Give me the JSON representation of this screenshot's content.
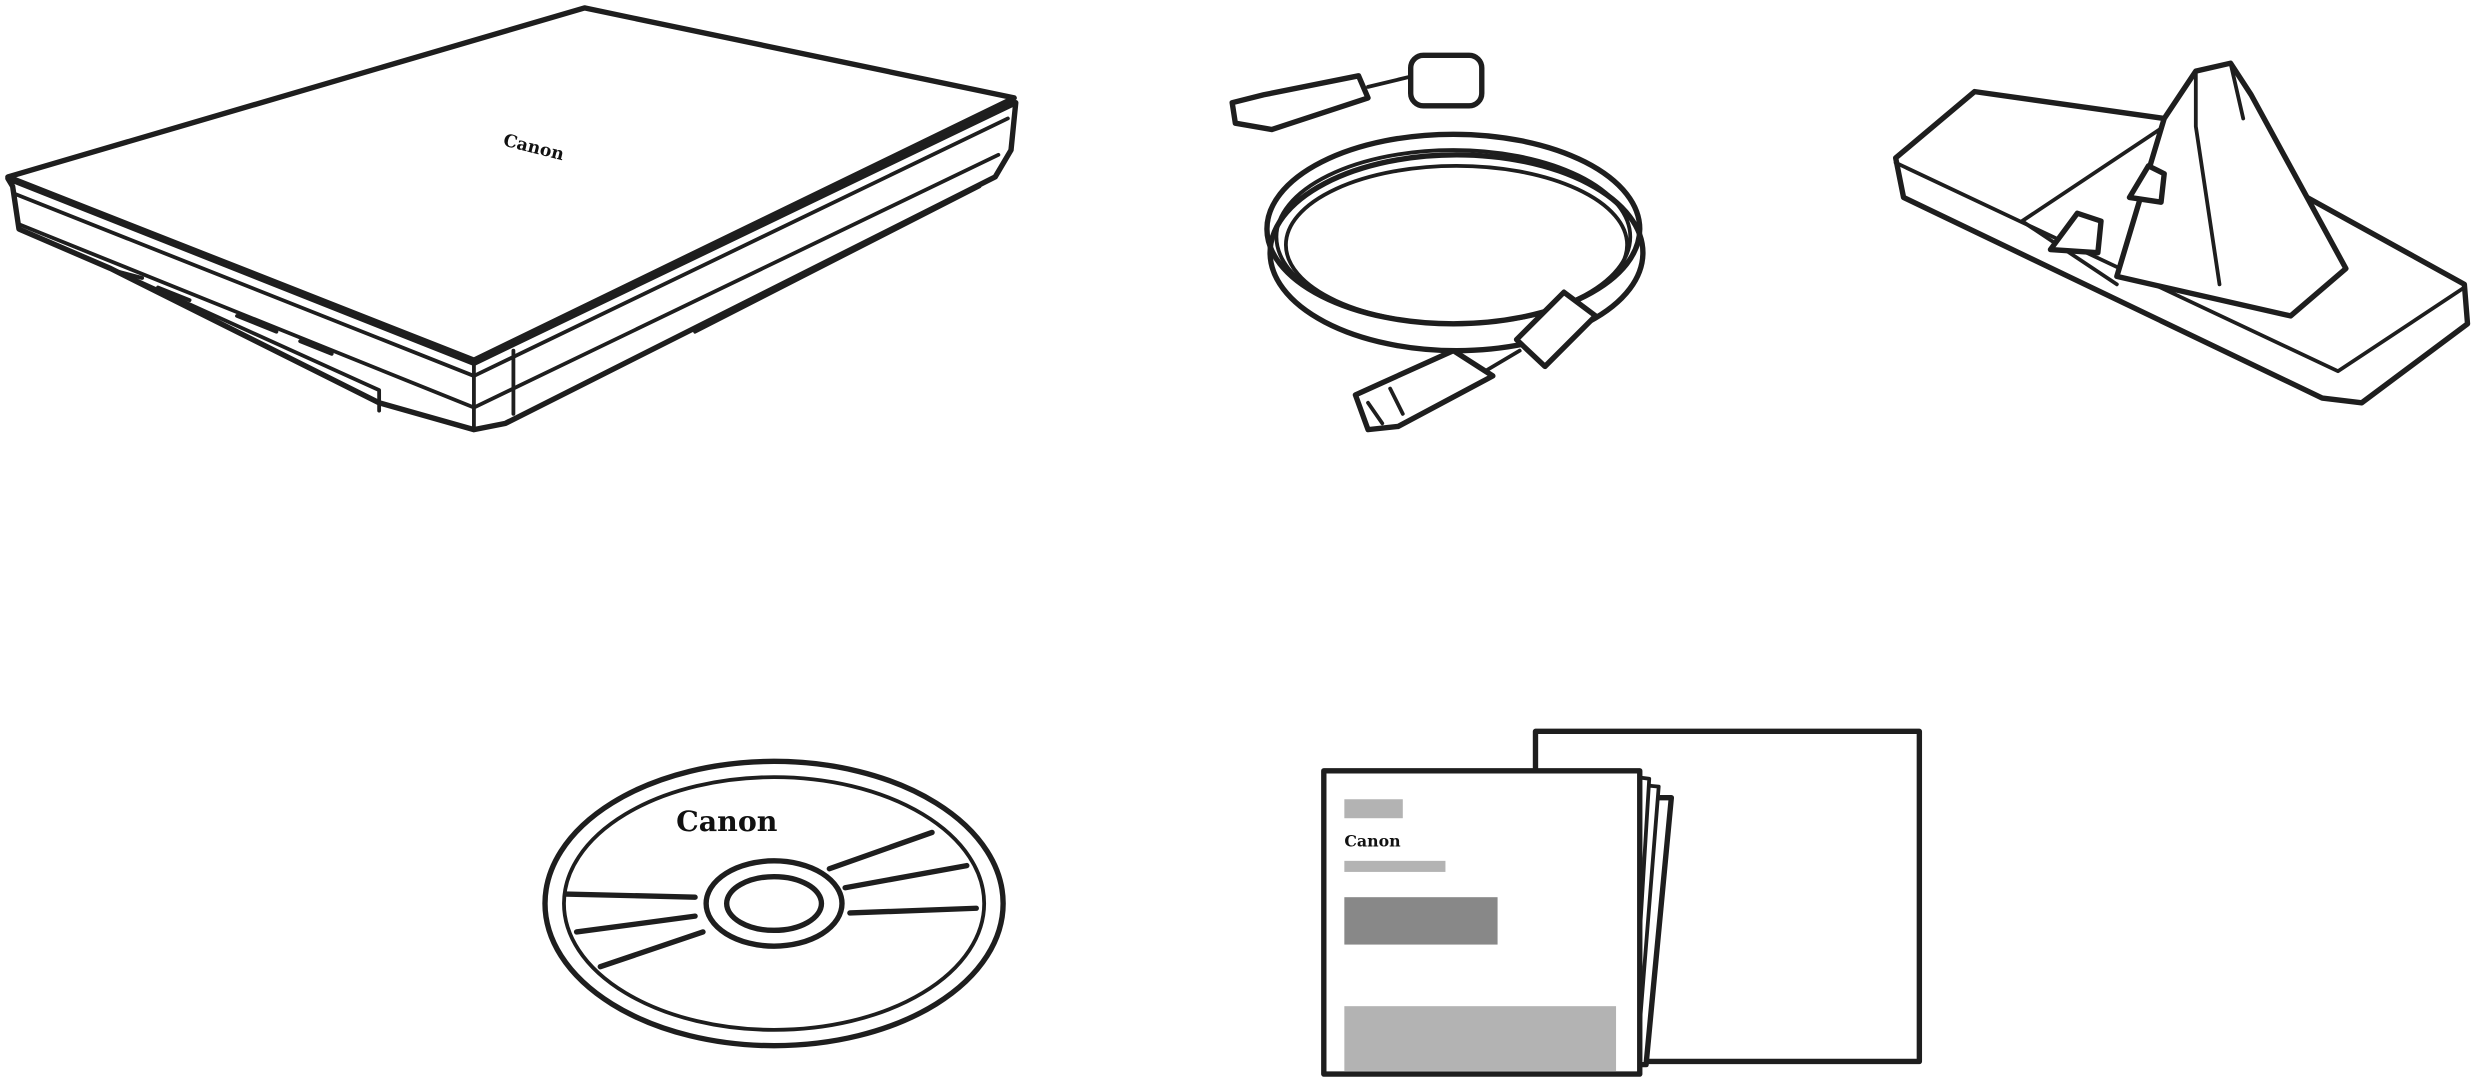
{
  "items": [
    {
      "id": "scanner",
      "logo_text": "Canon"
    },
    {
      "id": "usb-cable"
    },
    {
      "id": "stand"
    },
    {
      "id": "setup-cd",
      "logo_text": "Canon"
    },
    {
      "id": "manuals",
      "logo_text": "Canon"
    }
  ],
  "colors": {
    "line": "#1e1e1e",
    "gray_light": "#b3b3b3",
    "gray_dark": "#888888"
  }
}
